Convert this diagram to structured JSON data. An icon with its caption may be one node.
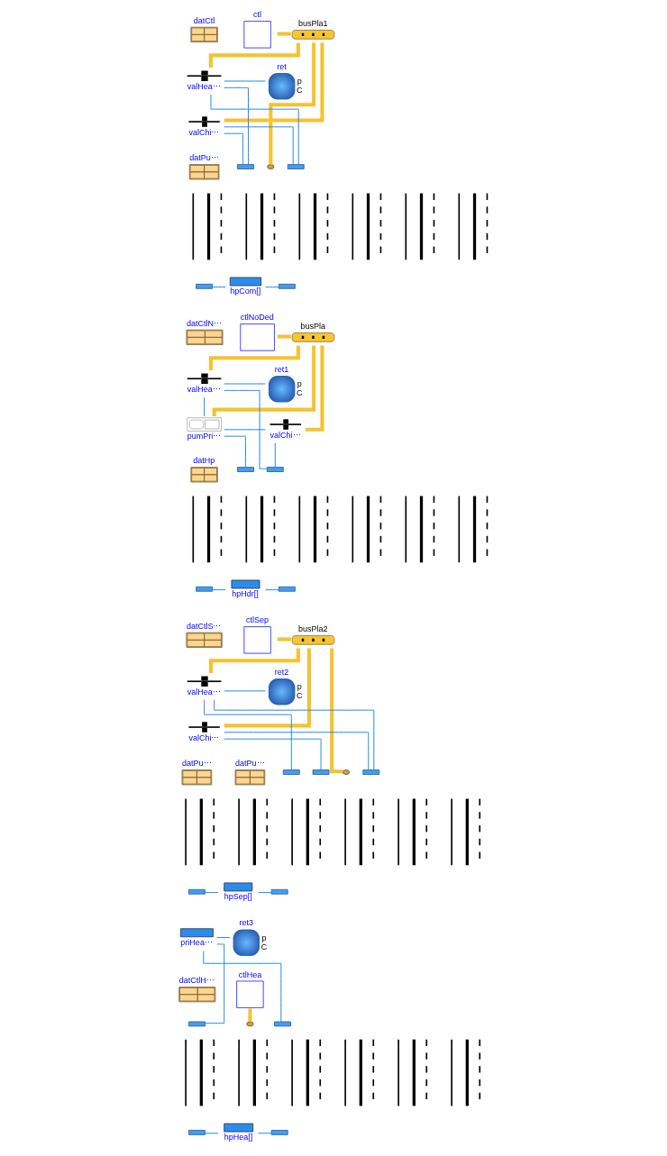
{
  "diagram": {
    "nodes": [
      {
        "text": [
          "datCtl"
        ]
      },
      {
        "text": [
          "ctl"
        ]
      },
      {
        "text": [
          "busPla1"
        ]
      },
      {
        "text": [
          "ret"
        ],
        "beside": [
          "p",
          "C"
        ]
      },
      {
        "text": [
          "valHea⋯"
        ]
      },
      {
        "text": [
          "valChi⋯"
        ]
      },
      {
        "text": [],
        "shape": "bar"
      },
      {
        "text": [],
        "shape": "circle"
      },
      {
        "text": [],
        "shape": "bar"
      },
      {
        "text": [
          "datPu⋯"
        ]
      },
      {
        "text": [],
        "shape": "picture"
      },
      {
        "text": [],
        "shape": "picture"
      },
      {
        "text": [],
        "shape": "picture"
      },
      {
        "text": [],
        "shape": "picture"
      },
      {
        "text": [],
        "shape": "picture"
      },
      {
        "text": [],
        "shape": "picture"
      },
      {
        "text": [],
        "shape": "bar"
      },
      {
        "text": [
          "hpCom[]"
        ]
      },
      {
        "text": [],
        "shape": "bar"
      },
      {
        "text": [
          "datCtlN⋯"
        ]
      },
      {
        "text": [
          "ctlNoDed"
        ]
      },
      {
        "text": [
          "busPla"
        ]
      },
      {
        "text": [
          "ret1"
        ],
        "beside": [
          "p",
          "C"
        ]
      },
      {
        "text": [
          "valHea⋯"
        ]
      },
      {
        "text": [
          "pumPri⋯"
        ]
      },
      {
        "text": [
          "valChi⋯"
        ]
      },
      {
        "text": [],
        "shape": "bar"
      },
      {
        "text": [],
        "shape": "bar"
      },
      {
        "text": [
          "datHp"
        ]
      },
      {
        "text": [],
        "shape": "picture"
      },
      {
        "text": [],
        "shape": "picture"
      },
      {
        "text": [],
        "shape": "picture"
      },
      {
        "text": [],
        "shape": "picture"
      },
      {
        "text": [],
        "shape": "picture"
      },
      {
        "text": [],
        "shape": "picture"
      },
      {
        "text": [],
        "shape": "bar"
      },
      {
        "text": [
          "hpHdr[]"
        ]
      },
      {
        "text": [],
        "shape": "bar"
      },
      {
        "text": [
          "datCtlS⋯"
        ]
      },
      {
        "text": [
          "ctlSep"
        ]
      },
      {
        "text": [
          "busPla2"
        ]
      },
      {
        "text": [
          "ret2"
        ],
        "beside": [
          "p",
          "C"
        ]
      },
      {
        "text": [
          "valHea⋯"
        ]
      },
      {
        "text": [
          "valChi⋯"
        ]
      },
      {
        "text": [],
        "shape": "bar"
      },
      {
        "text": [],
        "shape": "bar"
      },
      {
        "text": [],
        "shape": "circle"
      },
      {
        "text": [],
        "shape": "bar"
      },
      {
        "text": [
          "datPu⋯"
        ]
      },
      {
        "text": [
          "datPu⋯"
        ]
      },
      {
        "text": [],
        "shape": "picture"
      },
      {
        "text": [],
        "shape": "picture"
      },
      {
        "text": [],
        "shape": "picture"
      },
      {
        "text": [],
        "shape": "picture"
      },
      {
        "text": [],
        "shape": "picture"
      },
      {
        "text": [],
        "shape": "picture"
      },
      {
        "text": [],
        "shape": "bar"
      },
      {
        "text": [
          "hpSep[]"
        ]
      },
      {
        "text": [],
        "shape": "bar"
      },
      {
        "text": [
          "ret3"
        ],
        "beside": [
          "p",
          "C"
        ]
      },
      {
        "text": [
          "priHea⋯"
        ]
      },
      {
        "text": [
          "datCtlH⋯"
        ]
      },
      {
        "text": [
          "ctlHea"
        ]
      },
      {
        "text": [],
        "shape": "bar"
      },
      {
        "text": [],
        "shape": "circle"
      },
      {
        "text": [],
        "shape": "bar"
      },
      {
        "text": [],
        "shape": "picture"
      },
      {
        "text": [],
        "shape": "picture"
      },
      {
        "text": [],
        "shape": "picture"
      },
      {
        "text": [],
        "shape": "picture"
      },
      {
        "text": [],
        "shape": "picture"
      },
      {
        "text": [],
        "shape": "picture"
      },
      {
        "text": [],
        "shape": "bar"
      },
      {
        "text": [
          "hpHea[]"
        ]
      },
      {
        "text": [],
        "shape": "bar"
      }
    ],
    "edges": [
      {
        "from": 1,
        "to": 2,
        "arrow": "none",
        "style": "thick",
        "color": "#f5c231"
      },
      {
        "from": 2,
        "to": 4,
        "arrow": "none",
        "style": "thick",
        "color": "#f5c231"
      },
      {
        "from": 2,
        "to": 5,
        "arrow": "none",
        "style": "thick",
        "color": "#f5c231"
      },
      {
        "from": 2,
        "to": 7,
        "arrow": "none",
        "style": "thick",
        "color": "#f5c231"
      },
      {
        "from": 4,
        "to": 3,
        "arrow": "none"
      },
      {
        "from": 4,
        "to": 6,
        "arrow": "none"
      },
      {
        "from": 5,
        "to": 6,
        "arrow": "none"
      },
      {
        "from": 4,
        "to": 8,
        "arrow": "none"
      },
      {
        "from": 5,
        "to": 8,
        "arrow": "none"
      },
      {
        "from": 16,
        "to": 17,
        "arrow": "none"
      },
      {
        "from": 17,
        "to": 18,
        "arrow": "none"
      },
      {
        "from": 20,
        "to": 21,
        "arrow": "none",
        "style": "thick",
        "color": "#f5c231"
      },
      {
        "from": 21,
        "to": 24,
        "arrow": "none",
        "style": "thick",
        "color": "#f5c231"
      },
      {
        "from": 21,
        "to": 23,
        "arrow": "none",
        "style": "thick",
        "color": "#f5c231"
      },
      {
        "from": 21,
        "to": 25,
        "arrow": "none",
        "style": "thick",
        "color": "#f5c231"
      },
      {
        "from": 24,
        "to": 26,
        "arrow": "none"
      },
      {
        "from": 24,
        "to": 23,
        "arrow": "none"
      },
      {
        "from": 24,
        "to": 25,
        "arrow": "none"
      },
      {
        "from": 23,
        "to": 22,
        "arrow": "none"
      },
      {
        "from": 23,
        "to": 27,
        "arrow": "none"
      },
      {
        "from": 25,
        "to": 27,
        "arrow": "none"
      },
      {
        "from": 35,
        "to": 36,
        "arrow": "none"
      },
      {
        "from": 36,
        "to": 37,
        "arrow": "none"
      },
      {
        "from": 39,
        "to": 40,
        "arrow": "none",
        "style": "thick",
        "color": "#f5c231"
      },
      {
        "from": 40,
        "to": 42,
        "arrow": "none",
        "style": "thick",
        "color": "#f5c231"
      },
      {
        "from": 40,
        "to": 43,
        "arrow": "none",
        "style": "thick",
        "color": "#f5c231"
      },
      {
        "from": 40,
        "to": 46,
        "arrow": "none",
        "style": "thick",
        "color": "#f5c231"
      },
      {
        "from": 42,
        "to": 41,
        "arrow": "none"
      },
      {
        "from": 42,
        "to": 44,
        "arrow": "none"
      },
      {
        "from": 43,
        "to": 45,
        "arrow": "none"
      },
      {
        "from": 42,
        "to": 47,
        "arrow": "none"
      },
      {
        "from": 43,
        "to": 47,
        "arrow": "none"
      },
      {
        "from": 56,
        "to": 57,
        "arrow": "none"
      },
      {
        "from": 57,
        "to": 58,
        "arrow": "none"
      },
      {
        "from": 62,
        "to": 64,
        "arrow": "none",
        "style": "thick",
        "color": "#f5c231"
      },
      {
        "from": 60,
        "to": 59,
        "arrow": "none"
      },
      {
        "from": 60,
        "to": 63,
        "arrow": "none"
      },
      {
        "from": 60,
        "to": 65,
        "arrow": "none"
      },
      {
        "from": 72,
        "to": 73,
        "arrow": "none"
      },
      {
        "from": 73,
        "to": 74,
        "arrow": "none"
      }
    ]
  }
}
